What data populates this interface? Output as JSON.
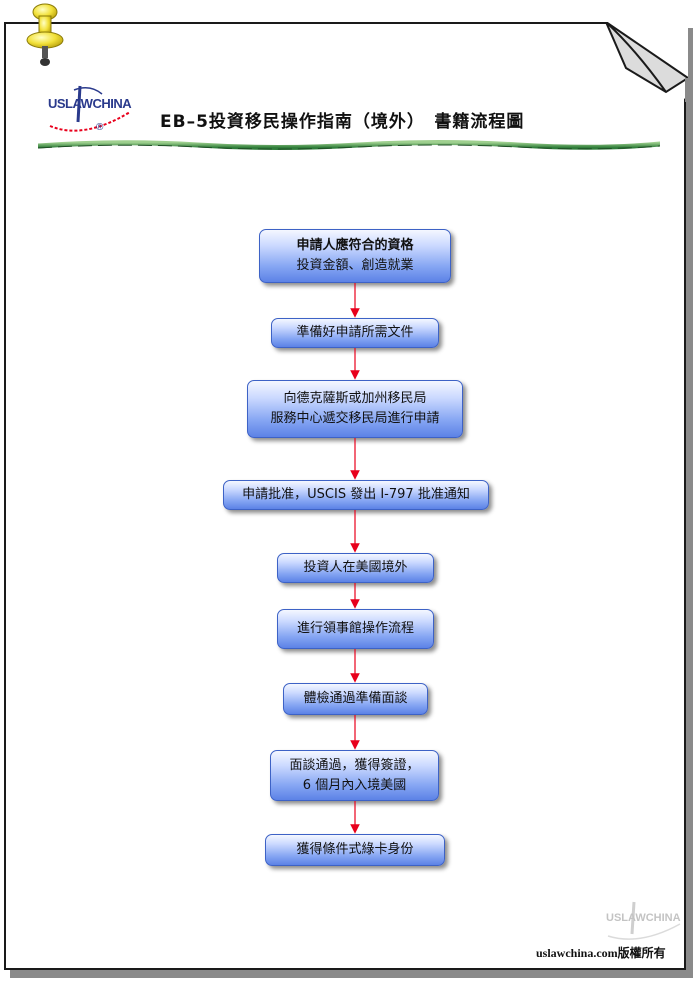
{
  "logo": {
    "text": "USLAWCHINA",
    "mark": "®"
  },
  "title": "EB–5投資移民操作指南（境外）　書籍流程圖",
  "steps": [
    {
      "line1": "申請人應符合的資格",
      "line2": "投資金額、創造就業"
    },
    {
      "line1": "準備好申請所需文件"
    },
    {
      "line1": "向德克薩斯或加州移民局",
      "line2": "服務中心遞交移民局進行申請"
    },
    {
      "line1": "申請批准，USCIS 發出 I-797 批准通知"
    },
    {
      "line1": "投資人在美國境外"
    },
    {
      "line1": "進行領事館操作流程"
    },
    {
      "line1": "體檢通過準備面談"
    },
    {
      "line1": "面談通過，獲得簽證，",
      "line2": "6 個月內入境美國"
    },
    {
      "line1": "獲得條件式綠卡身份"
    }
  ],
  "watermark": "USLAWCHINA",
  "copyright": "uslawchina.com版權所有",
  "colors": {
    "box_border": "#3d62c6",
    "box_fill_top": "#f4f7ff",
    "box_fill_bottom": "#5c82e6",
    "arrow": "#e8001c",
    "logo": "#2a3a8c",
    "divider": "#2f7d3a"
  },
  "icons": [
    "pushpin-icon",
    "page-curl",
    "uslawchina-logo"
  ]
}
